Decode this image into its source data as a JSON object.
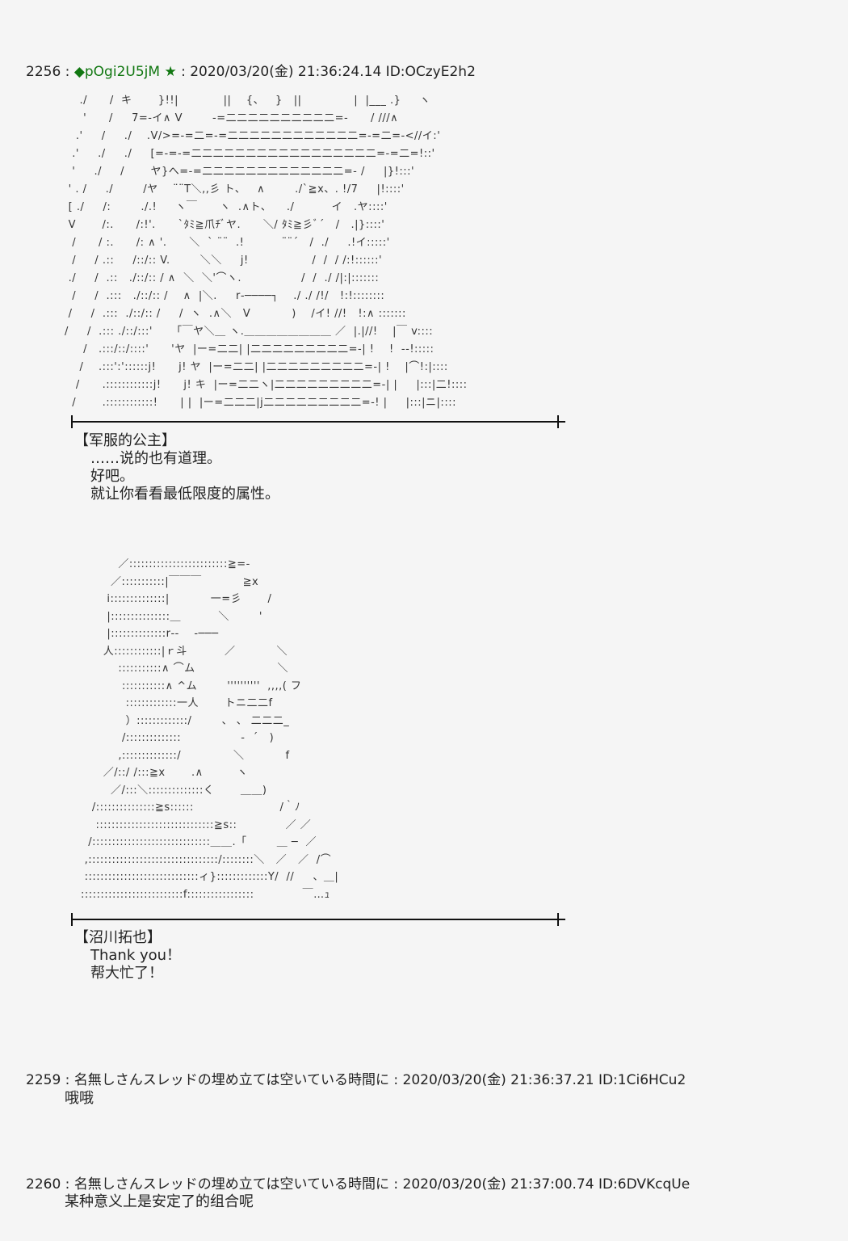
{
  "posts": [
    {
      "num": "2256",
      "name": "◆pOgi2U5jM ★",
      "date": "2020/03/20(金) 21:36:24.14 ID:OCzyE2h2"
    },
    {
      "num": "2259",
      "name": "名無しさんスレッドの埋め立ては空いている時間に",
      "date": "2020/03/20(金) 21:36:37.21 ID:1Ci6HCu2",
      "body": "哦哦"
    },
    {
      "num": "2260",
      "name": "名無しさんスレッドの埋め立ては空いている時間に",
      "date": "2020/03/20(金) 21:37:00.74 ID:6DVKcqUe",
      "body": "某种意义上是安定了的组合呢"
    }
  ],
  "aa1": "    ./      /  キ       }!!|            ||    {、   }   ||              |  |___ .}     ヽ\n     '      /     7=-イ∧ V        -=二二二二二二二二二二=-      / ///∧\n   .'     /     ./    .V/>=-=二=-=二二二二二二二二二二二二=-=二=-<//イ:'\n  .'     ./     ./     [=-=-=二二二二二二二二二二二二二二二二二=-=二=!::'\n  '     ./     /       ヤ}へ=-=二二二二二二二二二二二二二=- /     |}!:::'\n ' . /     ./        /ヤ    ¨¨T＼,,彡 ト、   ∧        ./`≧x、. !/7     |!::::'\n [ ./     /:        ./.!     ヽ￣      ヽ  .∧ト、    ./          イ   .ヤ::::'\n V       /:.      /:!'.      `ﾀﾐ≧爪ﾁﾞヤ.      ＼/ ﾀﾐ≧彡ﾞ´   /   .|}::::'\n  /      / :.      /: ∧ '.      ＼  ` ¨¨  .!          ¨¨´   /  ./     .!イ:::::'\n  /     / .::     /::/:: V.        ＼＼     j!                 /  /  / /:!::::::'\n ./     /  .::   ./::/:: / ∧  ＼  ＼'⌒ヽ.                /  /  ./ /|:|:::::::\n  /     /  .:::   ./::/:: /    ∧  |＼.     r‐────┐    ./ ./ /!/   !:!::::::::\n /     /  .:::  ./::/:: /     /  ヽ  .∧＼   V           )    /イ! //!   !:∧ :::::::\n/     /  .::: ./::/:::'     「￣ヤ＼＿ ヽ.＿＿＿＿＿＿＿＿ ／  |.|//!    |￣ v::::\n     /   .:::/::/::::'      'ヤ  |ー=二二| |二二二二二二二二二=-| !    !  --!:::::\n    /    .:::':'::::::j!      j! ヤ  |ー=二二| |二二二二二二二二二=-| !    |⌒!:|::::\n   /      .::::::::::::j!      j! キ  |ー=二二ヽ|二二二二二二二二二=-| |     |:::|二!::::\n  /       .::::::::::::!      | |  |ー=二二二|j二二二二二二二二二=-! |     |:::|ニ|::::",
  "aa2": "          ／:::::::::::::::::::::::::≧=-\n        ／:::::::::::|￣￣￣           ≧x\n       i::::::::::::::|           一=彡       /\n       |:::::::::::::::＿          ＼        '\n       |::::::::::::::r‐-    ‐───\n      人::::::::::::|ｒ斗          ／           ＼\n          :::::::::::∧ ⌒ム                      ＼\n           :::::::::::∧ ^ム        ''''''''''  ,,,,( フ\n            :::::::::::::一人       トニ二二f\n            ）:::::::::::::/        、 、 二二二_\n           /::::::::::::::                ‐  ´   )\n          ,::::::::::::::/              ＼           f\n      ／/::/ /:::≧x       .∧         ヽ\n        ／/:::＼::::::::::::::く       ＿＿)\n   /:::::::::::::::≧s::::::                       /｀ﾉ\n    ::::::::::::::::::::::::::::::≧s::             ／ ／\n  /::::::::::::::::::::::::::::::＿＿.「        ＿ ─  ／\n ,:::::::::::::::::::::::::::::::::/::::::::＼   ／   ／  /⌒\n :::::::::::::::::::::::::::::ィ}:::::::::::::Y/  //     、＿|\n::::::::::::::::::::::::::f:::::::::::::::::             ￣…ｭ",
  "speech1": {
    "speaker": "【军服的公主】",
    "lines": [
      "……说的也有道理。",
      "好吧。",
      "就让你看看最低限度的属性。"
    ]
  },
  "speech2": {
    "speaker": "【沼川拓也】",
    "lines": [
      "Thank you！",
      "帮大忙了！"
    ]
  },
  "separator": ":"
}
